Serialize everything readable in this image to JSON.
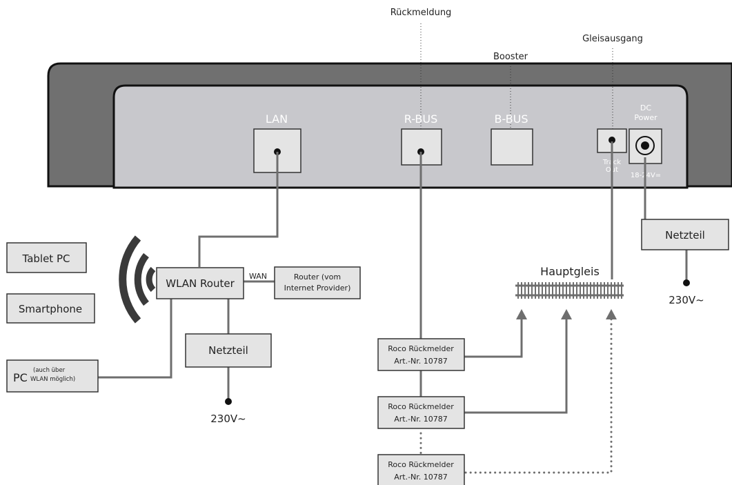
{
  "labels": {
    "rueckmeldung": "Rückmeldung",
    "gleisausgang": "Gleisausgang",
    "booster": "Booster",
    "hauptgleis": "Hauptgleis"
  },
  "device": {
    "ports": {
      "lan": "LAN",
      "rbus": "R-BUS",
      "bbus": "B-BUS",
      "dc_line1": "DC",
      "dc_line2": "Power",
      "track_line1": "Track",
      "track_line2": "Out",
      "voltage": "18-24V="
    }
  },
  "network": {
    "tablet": "Tablet PC",
    "smartphone": "Smartphone",
    "pc_main": "PC",
    "pc_note_line1": "(auch über",
    "pc_note_line2": "WLAN möglich)",
    "wlan_router": "WLAN Router",
    "wan": "WAN",
    "router_line1": "Router (vom",
    "router_line2": "Internet Provider)",
    "netzteil_left": "Netzteil",
    "voltage_left": "230V~"
  },
  "power_right": {
    "netzteil": "Netzteil",
    "voltage": "230V~"
  },
  "feedback_modules": [
    {
      "line1": "Roco Rückmelder",
      "line2": "Art.-Nr. 10787"
    },
    {
      "line1": "Roco Rückmelder",
      "line2": "Art.-Nr. 10787"
    },
    {
      "line1": "Roco Rückmelder",
      "line2": "Art.-Nr. 10787"
    }
  ],
  "colors": {
    "device_outer": "#707070",
    "device_inner": "#c8c8cc",
    "box_fill": "#e4e4e4",
    "wire": "#6e6e6e"
  }
}
